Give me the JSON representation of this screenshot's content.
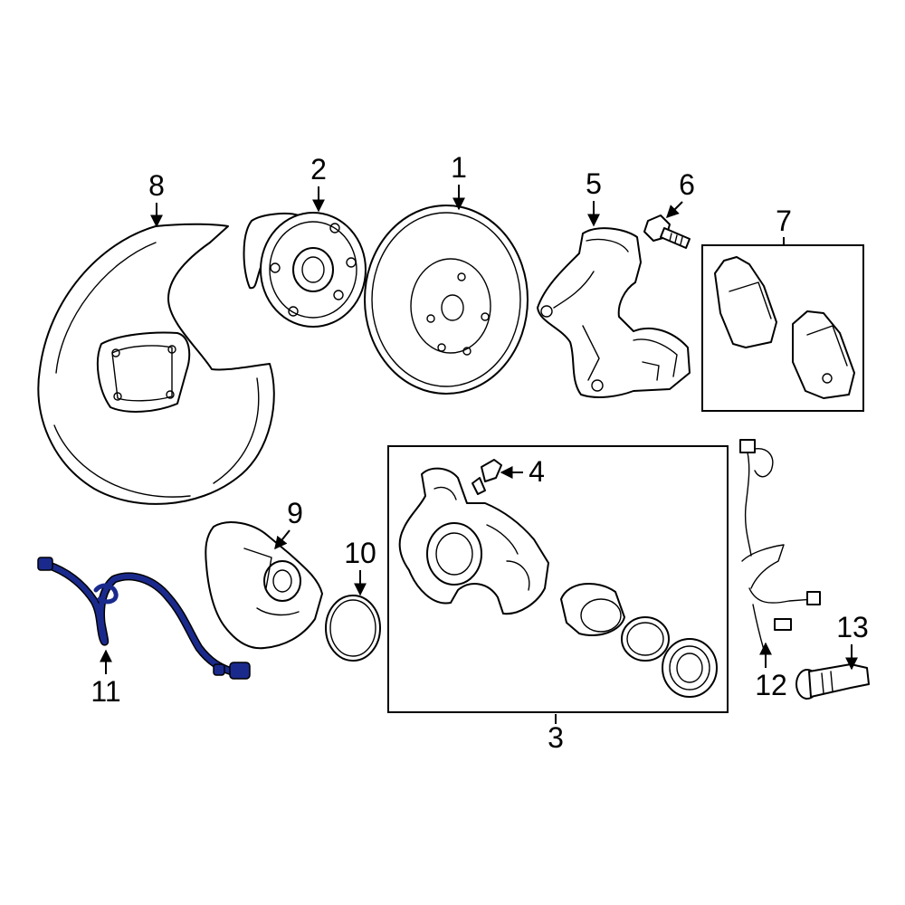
{
  "callouts": {
    "c1": "1",
    "c2": "2",
    "c3": "3",
    "c4": "4",
    "c5": "5",
    "c6": "6",
    "c7": "7",
    "c8": "8",
    "c9": "9",
    "c10": "10",
    "c11": "11",
    "c12": "12",
    "c13": "13"
  },
  "colors": {
    "highlight_part": "#1a2a8c",
    "highlight_outline": "#000000",
    "line": "#000000",
    "background": "#ffffff"
  },
  "highlighted_callout": "11"
}
